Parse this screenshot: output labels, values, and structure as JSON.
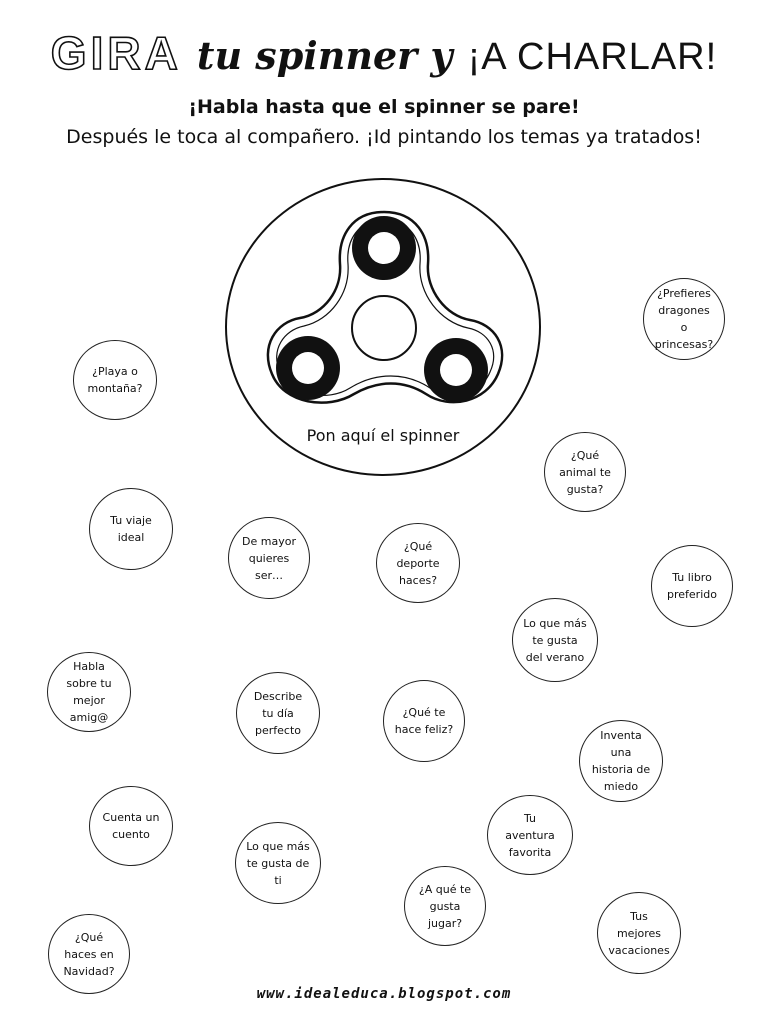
{
  "header": {
    "title_gira": "GIRA",
    "title_spinner": "tu spinner y",
    "title_charlar": "¡A CHARLAR!",
    "subtitle": "¡Habla hasta que el spinner se pare!",
    "instructions": "Después le toca al compañero. ¡Id pintando los temas ya tratados!"
  },
  "spinner": {
    "caption": "Pon aquí el spinner"
  },
  "topics": [
    "¿Prefieres dragones o princesas?",
    "¿Playa o montaña?",
    "¿Qué animal te gusta?",
    "Tu viaje ideal",
    "De mayor quieres ser…",
    "¿Qué deporte haces?",
    "Tu libro preferido",
    "Lo que más te gusta del verano",
    "Habla sobre tu mejor amig@",
    "Describe tu día perfecto",
    "¿Qué te hace feliz?",
    "Inventa una historia de miedo",
    "Cuenta un cuento",
    "Tu aventura favorita",
    "Lo que más te gusta de ti",
    "¿A qué te gusta jugar?",
    "Tus mejores vacaciones",
    "¿Qué haces en Navidad?"
  ],
  "footer": {
    "url": "www.idealeduca.blogspot.com"
  }
}
